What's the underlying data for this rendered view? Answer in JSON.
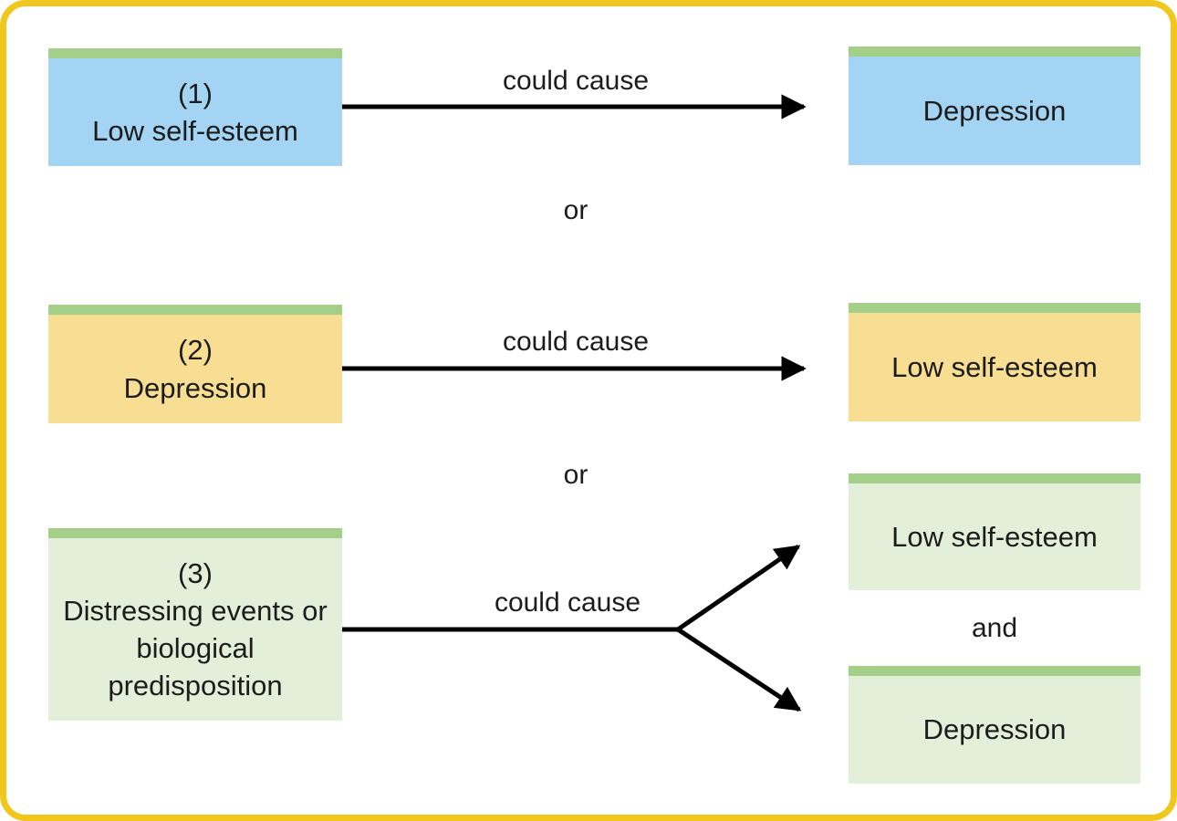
{
  "palette": {
    "border_yellow": "#f2c71d",
    "blue": "#a3d4f4",
    "yellow": "#f8de92",
    "green_light": "#e4efda",
    "strip_green": "#a4cf88",
    "arrow": "#000000",
    "text": "#1c1c1c"
  },
  "rows": [
    {
      "cause": {
        "number": "(1)",
        "label": "Low self-esteem"
      },
      "connector": "could cause",
      "effects": [
        {
          "label": "Depression"
        }
      ],
      "separator_after": "or"
    },
    {
      "cause": {
        "number": "(2)",
        "label": "Depression"
      },
      "connector": "could cause",
      "effects": [
        {
          "label": "Low self-esteem"
        }
      ],
      "separator_after": "or"
    },
    {
      "cause": {
        "number": "(3)",
        "label": "Distressing events or biological predisposition"
      },
      "connector": "could cause",
      "effects": [
        {
          "label": "Low self-esteem"
        },
        {
          "label": "Depression"
        }
      ],
      "effects_joiner": "and"
    }
  ]
}
